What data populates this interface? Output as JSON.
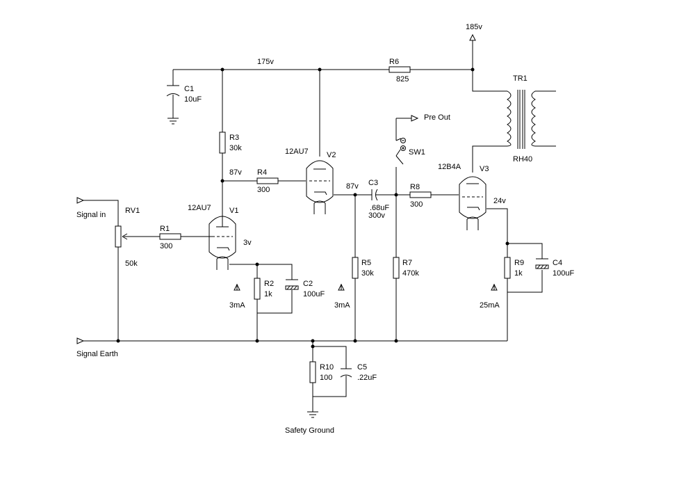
{
  "power": {
    "supply": "185v",
    "rail": "175v"
  },
  "nodes": {
    "v1_anode": "87v",
    "v1_cathode": "3v",
    "v2_cathode": "87v",
    "v3_cathode": "24v"
  },
  "currents": {
    "v1": "3mA",
    "v2": "3mA",
    "v3": "25mA"
  },
  "tubes": {
    "v1": {
      "ref": "V1",
      "type": "12AU7"
    },
    "v2": {
      "ref": "V2",
      "type": "12AU7"
    },
    "v3": {
      "ref": "V3",
      "type": "12B4A"
    }
  },
  "resistors": {
    "r1": {
      "ref": "R1",
      "value": "300"
    },
    "r2": {
      "ref": "R2",
      "value": "1k"
    },
    "r3": {
      "ref": "R3",
      "value": "30k"
    },
    "r4": {
      "ref": "R4",
      "value": "300"
    },
    "r5": {
      "ref": "R5",
      "value": "30k"
    },
    "r6": {
      "ref": "R6",
      "value": "825"
    },
    "r7": {
      "ref": "R7",
      "value": "470k"
    },
    "r8": {
      "ref": "R8",
      "value": "300"
    },
    "r9": {
      "ref": "R9",
      "value": "1k"
    },
    "r10": {
      "ref": "R10",
      "value": "100"
    }
  },
  "capacitors": {
    "c1": {
      "ref": "C1",
      "value": "10uF"
    },
    "c2": {
      "ref": "C2",
      "value": "100uF"
    },
    "c3": {
      "ref": "C3",
      "value": ".68uF",
      "voltage": "300v"
    },
    "c4": {
      "ref": "C4",
      "value": "100uF"
    },
    "c5": {
      "ref": "C5",
      "value": ".22uF"
    }
  },
  "pot": {
    "ref": "RV1",
    "value": "50k"
  },
  "transformer": {
    "ref": "TR1",
    "model": "RH40"
  },
  "switch": {
    "ref": "SW1"
  },
  "ports": {
    "signal_in": "Signal in",
    "signal_earth": "Signal Earth",
    "pre_out": "Pre Out",
    "safety_ground": "Safety Ground"
  }
}
